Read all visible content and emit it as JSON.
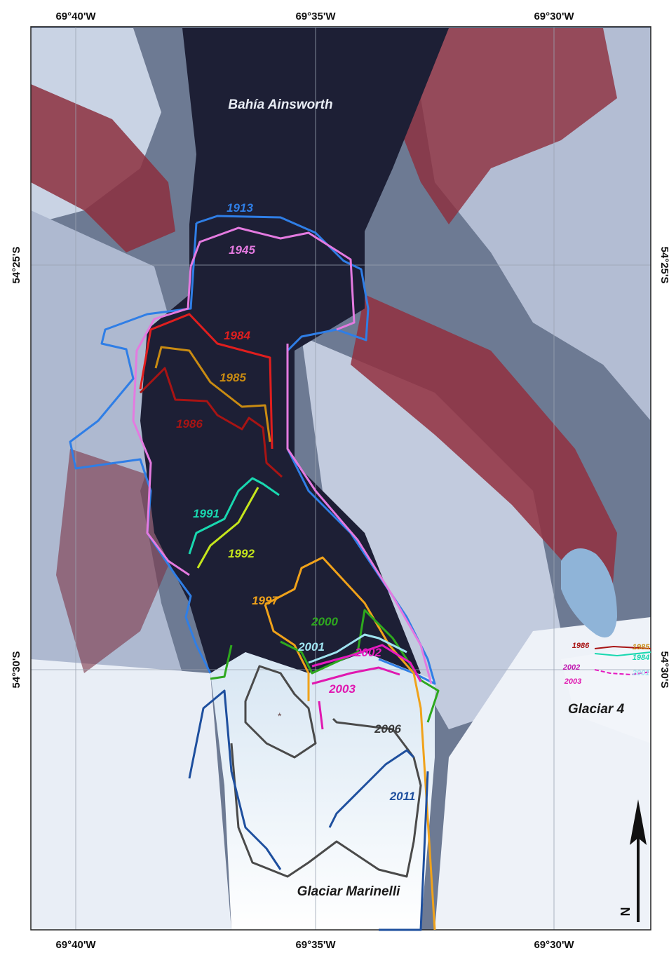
{
  "graticule": {
    "longitudes": [
      "69°40'W",
      "69°35'W",
      "69°30'W"
    ],
    "latitudes": [
      "54°25'S",
      "54°30'S"
    ]
  },
  "places": {
    "bay": "Bahía Ainsworth",
    "main_glacier": "Glaciar Marinelli",
    "side_glacier": "Glaciar 4"
  },
  "north_arrow": "N",
  "front_years": [
    {
      "year": "1913",
      "color": "#2f7ee6"
    },
    {
      "year": "1945",
      "color": "#e47ae0"
    },
    {
      "year": "1984",
      "color": "#e01e1e"
    },
    {
      "year": "1985",
      "color": "#c98b12"
    },
    {
      "year": "1986",
      "color": "#a81414"
    },
    {
      "year": "1991",
      "color": "#19d8b0"
    },
    {
      "year": "1992",
      "color": "#c6e61c"
    },
    {
      "year": "1997",
      "color": "#f0a21a"
    },
    {
      "year": "2000",
      "color": "#2ea81e"
    },
    {
      "year": "2001",
      "color": "#9fe3f0"
    },
    {
      "year": "2002",
      "color": "#e619c0"
    },
    {
      "year": "2003",
      "color": "#e019b0"
    },
    {
      "year": "2006",
      "color": "#4a4a4a"
    },
    {
      "year": "2011",
      "color": "#1e4f9e"
    }
  ],
  "glaciar4_years": [
    "1986",
    "2002",
    "2003",
    "1985",
    "1984",
    "2001"
  ]
}
